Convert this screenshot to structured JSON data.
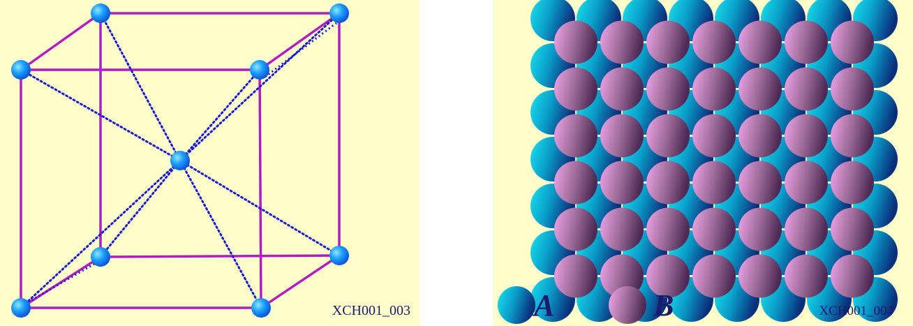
{
  "left_panel": {
    "caption": "XCH001_003",
    "colors": {
      "background": "#ffffcc",
      "cube_edge": "#b01ec0",
      "diagonal": "#1a1ad0",
      "atom": "#1e90ff"
    }
  },
  "right_panel": {
    "caption": "XCH001_004",
    "colors": {
      "background": "#ffffcc",
      "atom_a": "#0097c4",
      "atom_b": "#b87aa8"
    },
    "legend": [
      {
        "label": "A"
      },
      {
        "label": "B"
      }
    ]
  }
}
